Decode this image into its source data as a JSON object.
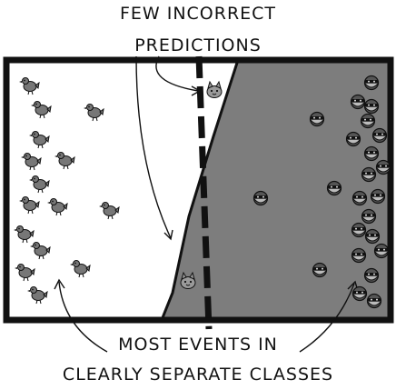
{
  "labels": {
    "top_line1": "FEW INCORRECT",
    "top_line2": "PREDICTIONS",
    "bottom_line1": "MOST EVENTS IN",
    "bottom_line2": "CLEARLY SEPARATE CLASSES"
  },
  "colors": {
    "ink": "#111111",
    "panel_left": "#ffffff",
    "panel_right": "#7d7d7d",
    "bird": "#777777",
    "burglar": "#555555",
    "cat": "#9a9a9a"
  },
  "icons": {
    "left_class": "bird-icon",
    "right_class": "burglar-icon",
    "misclassified_right": "cat-icon",
    "misclassified_left": "cat-icon"
  }
}
